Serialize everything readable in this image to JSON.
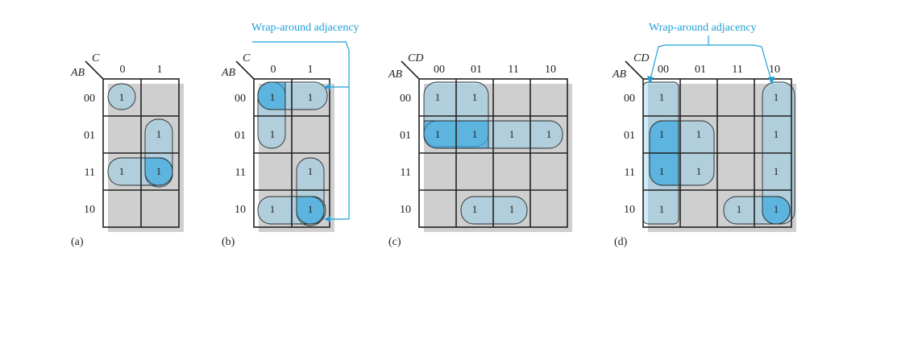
{
  "annotation_label": "Wrap-around adjacency",
  "maps": [
    {
      "id": "a",
      "caption": "(a)",
      "row_var": "AB",
      "col_var": "C",
      "col_labels": [
        "0",
        "1"
      ],
      "row_labels": [
        "00",
        "01",
        "11",
        "10"
      ],
      "cells": [
        [
          "1",
          ""
        ],
        [
          "",
          "1"
        ],
        [
          "1",
          "1"
        ],
        [
          "",
          ""
        ]
      ]
    },
    {
      "id": "b",
      "caption": "(b)",
      "row_var": "AB",
      "col_var": "C",
      "col_labels": [
        "0",
        "1"
      ],
      "row_labels": [
        "00",
        "01",
        "11",
        "10"
      ],
      "cells": [
        [
          "1",
          "1"
        ],
        [
          "1",
          ""
        ],
        [
          "",
          "1"
        ],
        [
          "1",
          "1"
        ]
      ]
    },
    {
      "id": "c",
      "caption": "(c)",
      "row_var": "AB",
      "col_var": "CD",
      "col_labels": [
        "00",
        "01",
        "11",
        "10"
      ],
      "row_labels": [
        "00",
        "01",
        "11",
        "10"
      ],
      "cells": [
        [
          "1",
          "1",
          "",
          ""
        ],
        [
          "1",
          "1",
          "1",
          "1"
        ],
        [
          "",
          "",
          "",
          ""
        ],
        [
          "",
          "1",
          "1",
          ""
        ]
      ]
    },
    {
      "id": "d",
      "caption": "(d)",
      "row_var": "AB",
      "col_var": "CD",
      "col_labels": [
        "00",
        "01",
        "11",
        "10"
      ],
      "row_labels": [
        "00",
        "01",
        "11",
        "10"
      ],
      "cells": [
        [
          "1",
          "",
          "",
          "1"
        ],
        [
          "1",
          "1",
          "",
          "1"
        ],
        [
          "1",
          "1",
          "",
          "1"
        ],
        [
          "1",
          "",
          "1",
          "1"
        ]
      ]
    }
  ]
}
